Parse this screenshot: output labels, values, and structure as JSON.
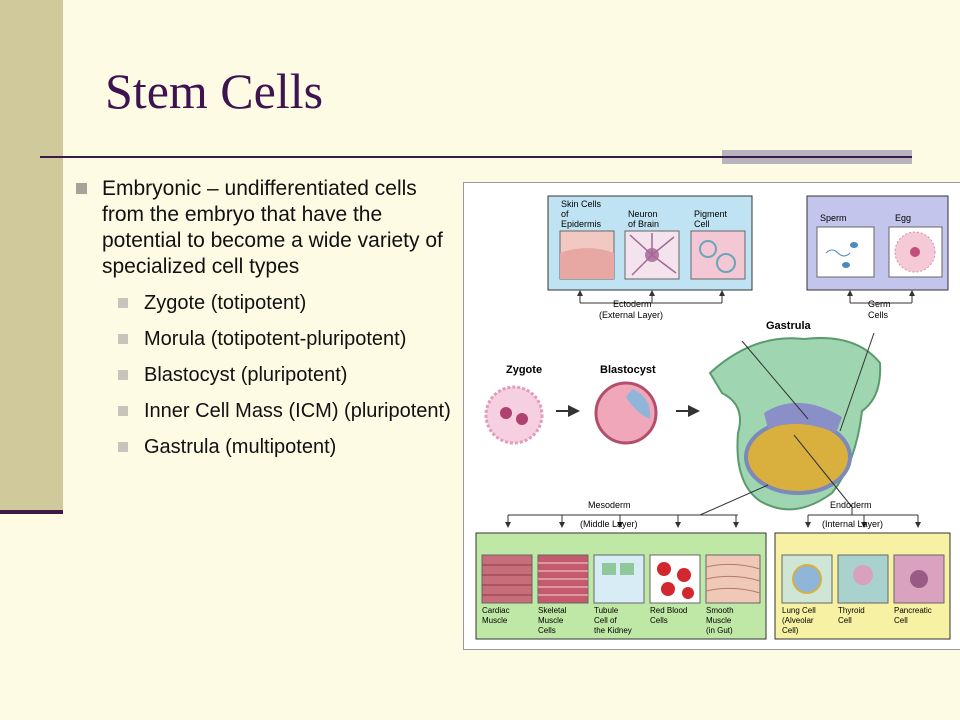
{
  "slide": {
    "title": "Stem Cells",
    "bullets": [
      {
        "text": "Embryonic – undifferentiated cells from the embryo that have the potential to become a wide variety of specialized cell types"
      }
    ],
    "sub_bullets": [
      "Zygote (totipotent)",
      "Morula (totipotent-pluripotent)",
      "Blastocyst (pluripotent)",
      "Inner Cell Mass (ICM) (pluripotent)",
      "Gastrula (multipotent)"
    ]
  },
  "figure": {
    "ectoderm_cells": [
      "Skin Cells",
      "of",
      "Epidermis",
      "Neuron",
      "of Brain",
      "Pigment",
      "Cell"
    ],
    "germ_cells": [
      "Sperm",
      "Egg"
    ],
    "ectoderm_label": [
      "Ectoderm",
      "(External Layer)"
    ],
    "germ_label": [
      "Germ",
      "Cells"
    ],
    "gastrula": "Gastrula",
    "zygote": "Zygote",
    "blastocyst": "Blastocyst",
    "mesoderm_label": [
      "Mesoderm",
      "(Middle Layer)"
    ],
    "endoderm_label": [
      "Endoderm",
      "(Internal Layer)"
    ],
    "mesoderm_cells": [
      [
        "Cardiac",
        "Muscle"
      ],
      [
        "Skeletal",
        "Muscle",
        "Cells"
      ],
      [
        "Tubule",
        "Cell of",
        "the Kidney"
      ],
      [
        "Red Blood",
        "Cells"
      ],
      [
        "Smooth",
        "Muscle",
        "(in Gut)"
      ]
    ],
    "endoderm_cells": [
      [
        "Lung Cell",
        "(Alveolar",
        "Cell)"
      ],
      [
        "Thyroid",
        "Cell"
      ],
      [
        "Pancreatic",
        "Cell"
      ]
    ]
  },
  "colors": {
    "title": "#3d1450",
    "sidebar": "#cfc99b",
    "background": "#fdfbe3",
    "rule": "#3b1a45"
  }
}
